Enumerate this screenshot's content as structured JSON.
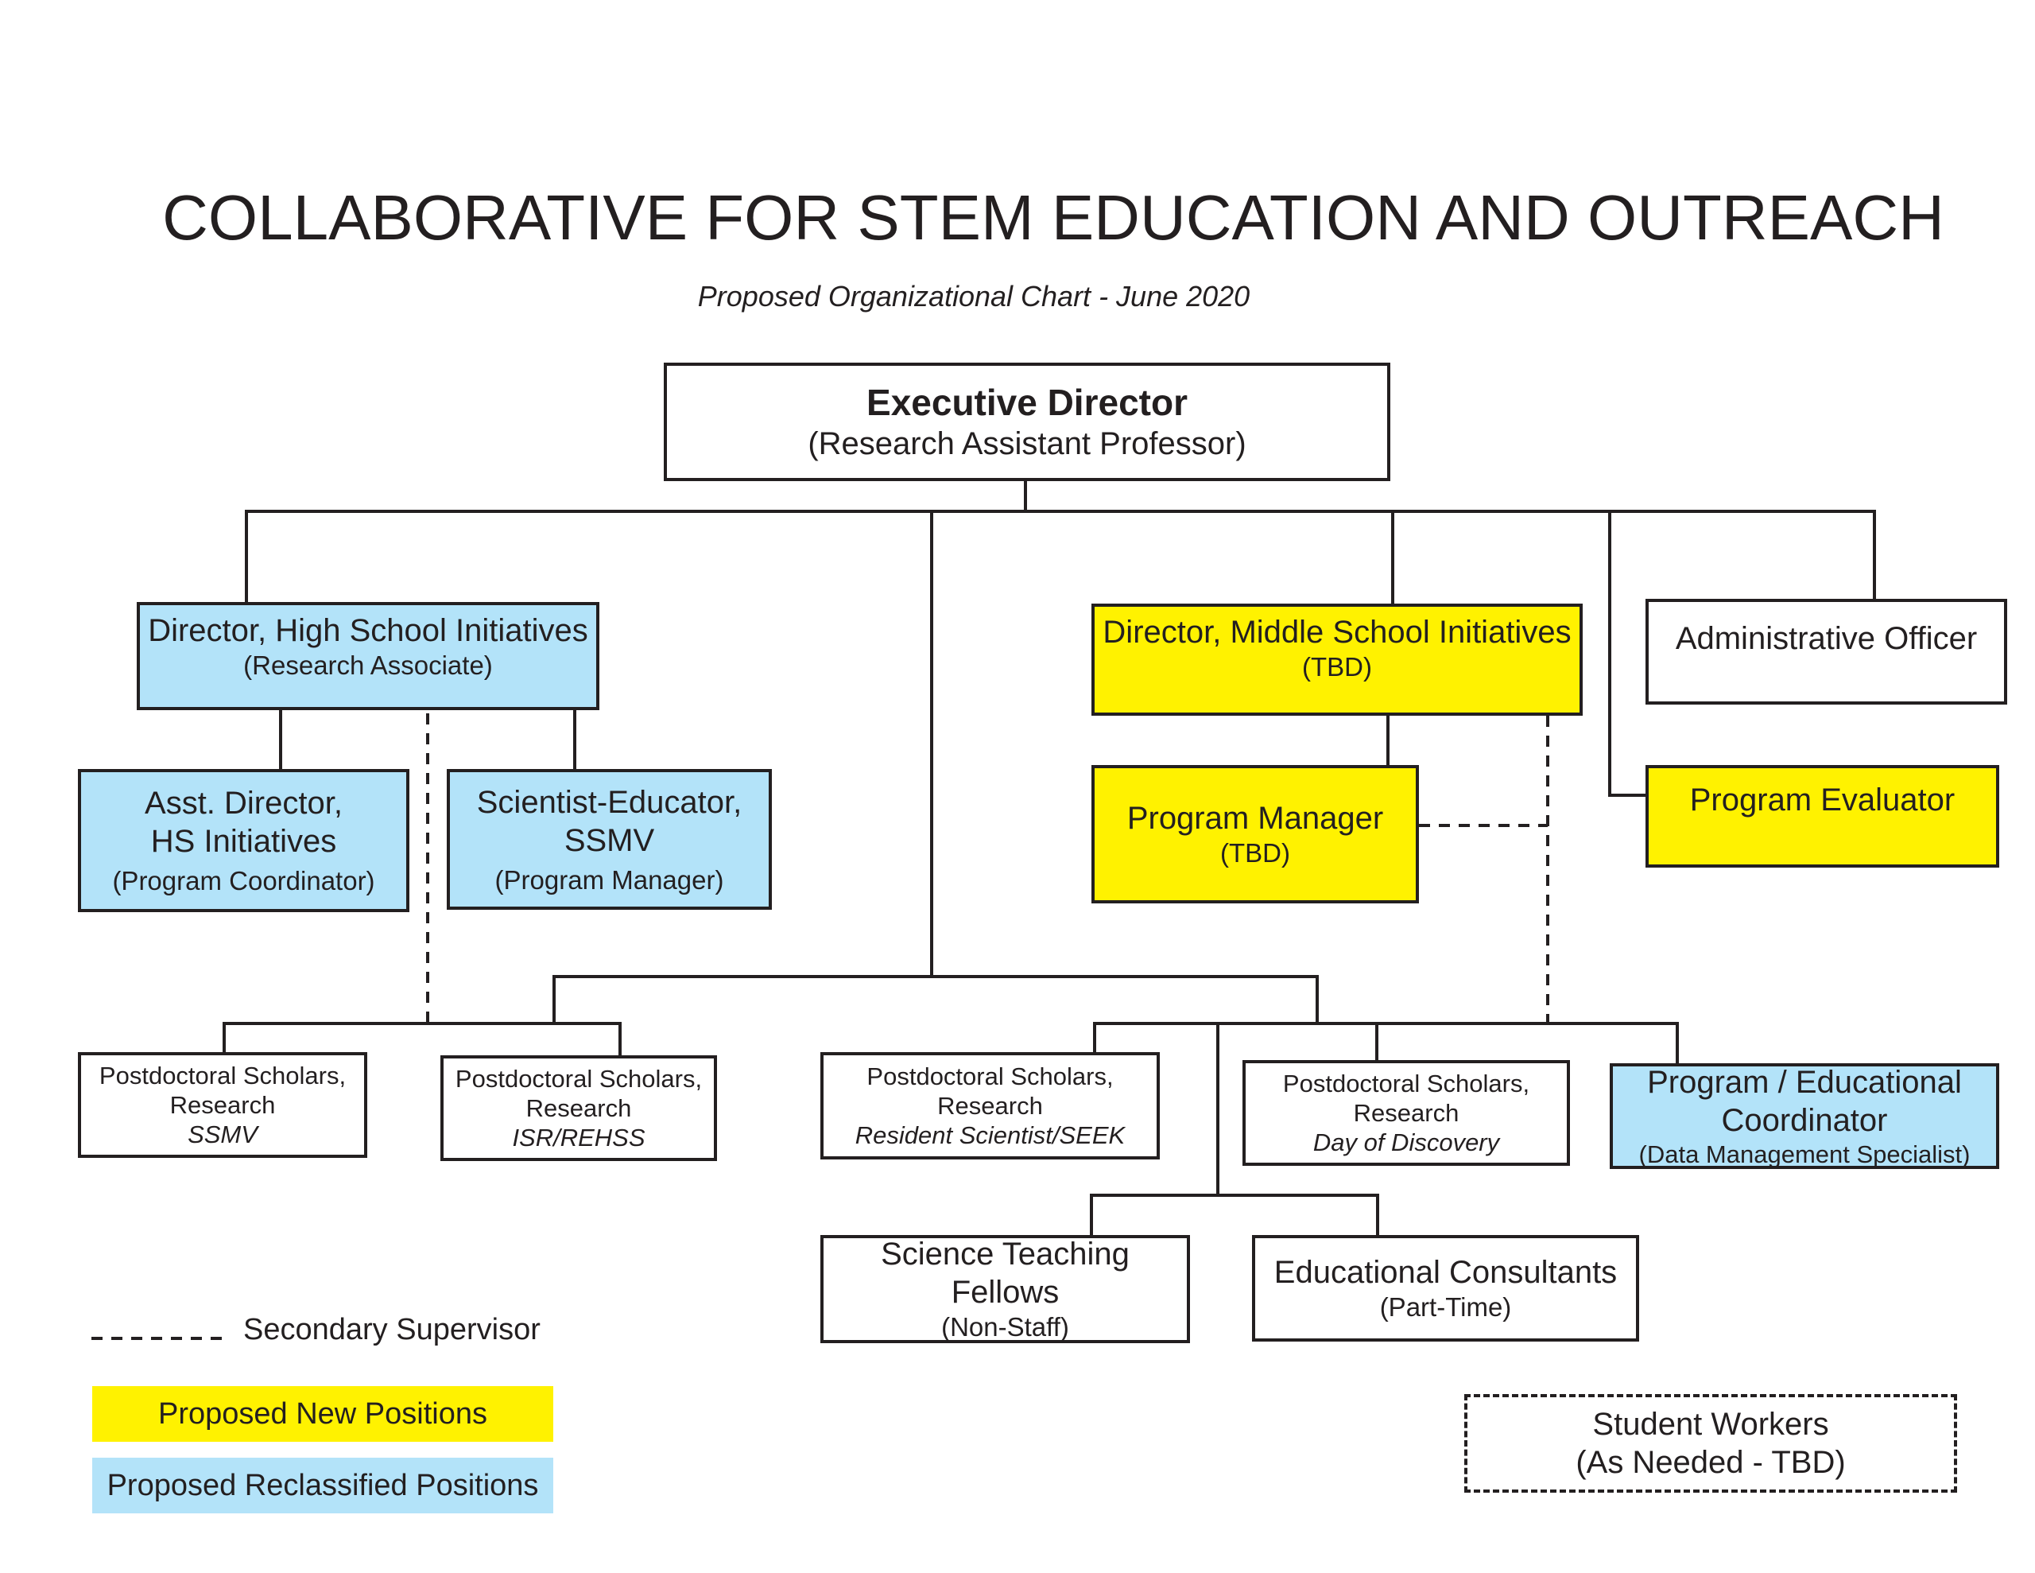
{
  "header": {
    "title": "COLLABORATIVE FOR STEM EDUCATION AND OUTREACH",
    "subtitle": "Proposed Organizational Chart - June 2020"
  },
  "colors": {
    "proposed_new": "#fff200",
    "proposed_reclassified": "#b3e3f9",
    "line": "#231f20"
  },
  "nodes": {
    "executive_director": {
      "title": "Executive Director",
      "sub": "(Research Assistant Professor)"
    },
    "director_hs": {
      "title": "Director, High School Initiatives",
      "sub": "(Research Associate)",
      "category": "proposed_reclassified"
    },
    "director_ms": {
      "title": "Director, Middle School Initiatives",
      "sub": "(TBD)",
      "category": "proposed_new"
    },
    "admin_officer": {
      "title": "Administrative Officer"
    },
    "asst_director": {
      "line1": "Asst. Director,",
      "line2": "HS Initiatives",
      "sub": "(Program Coordinator)",
      "category": "proposed_reclassified"
    },
    "scientist_educator": {
      "line1": "Scientist-Educator,",
      "line2": "SSMV",
      "sub": "(Program Manager)",
      "category": "proposed_reclassified"
    },
    "program_manager": {
      "title": "Program Manager",
      "sub": "(TBD)",
      "category": "proposed_new"
    },
    "program_evaluator": {
      "title": "Program Evaluator",
      "category": "proposed_new"
    },
    "postdoc_ssmv": {
      "line1": "Postdoctoral Scholars,",
      "line2": "Research",
      "sub": "SSMV"
    },
    "postdoc_isr": {
      "line1": "Postdoctoral Scholars,",
      "line2": "Research",
      "sub": "ISR/REHSS"
    },
    "postdoc_seek": {
      "line1": "Postdoctoral Scholars,",
      "line2": "Research",
      "sub": "Resident Scientist/SEEK"
    },
    "postdoc_dod": {
      "line1": "Postdoctoral Scholars,",
      "line2": "Research",
      "sub": "Day of Discovery"
    },
    "program_edu_coord": {
      "line1": "Program / Educational",
      "line2": "Coordinator",
      "sub": "(Data Management Specialist)",
      "category": "proposed_reclassified"
    },
    "science_fellows": {
      "title": "Science Teaching Fellows",
      "sub": "(Non-Staff)"
    },
    "edu_consultants": {
      "title": "Educational Consultants",
      "sub": "(Part-Time)"
    },
    "student_workers": {
      "line1": "Student Workers",
      "line2": "(As Needed - TBD)"
    }
  },
  "legend": {
    "secondary_supervisor": "Secondary Supervisor",
    "proposed_new": "Proposed New Positions",
    "proposed_reclassified": "Proposed Reclassified Positions"
  }
}
